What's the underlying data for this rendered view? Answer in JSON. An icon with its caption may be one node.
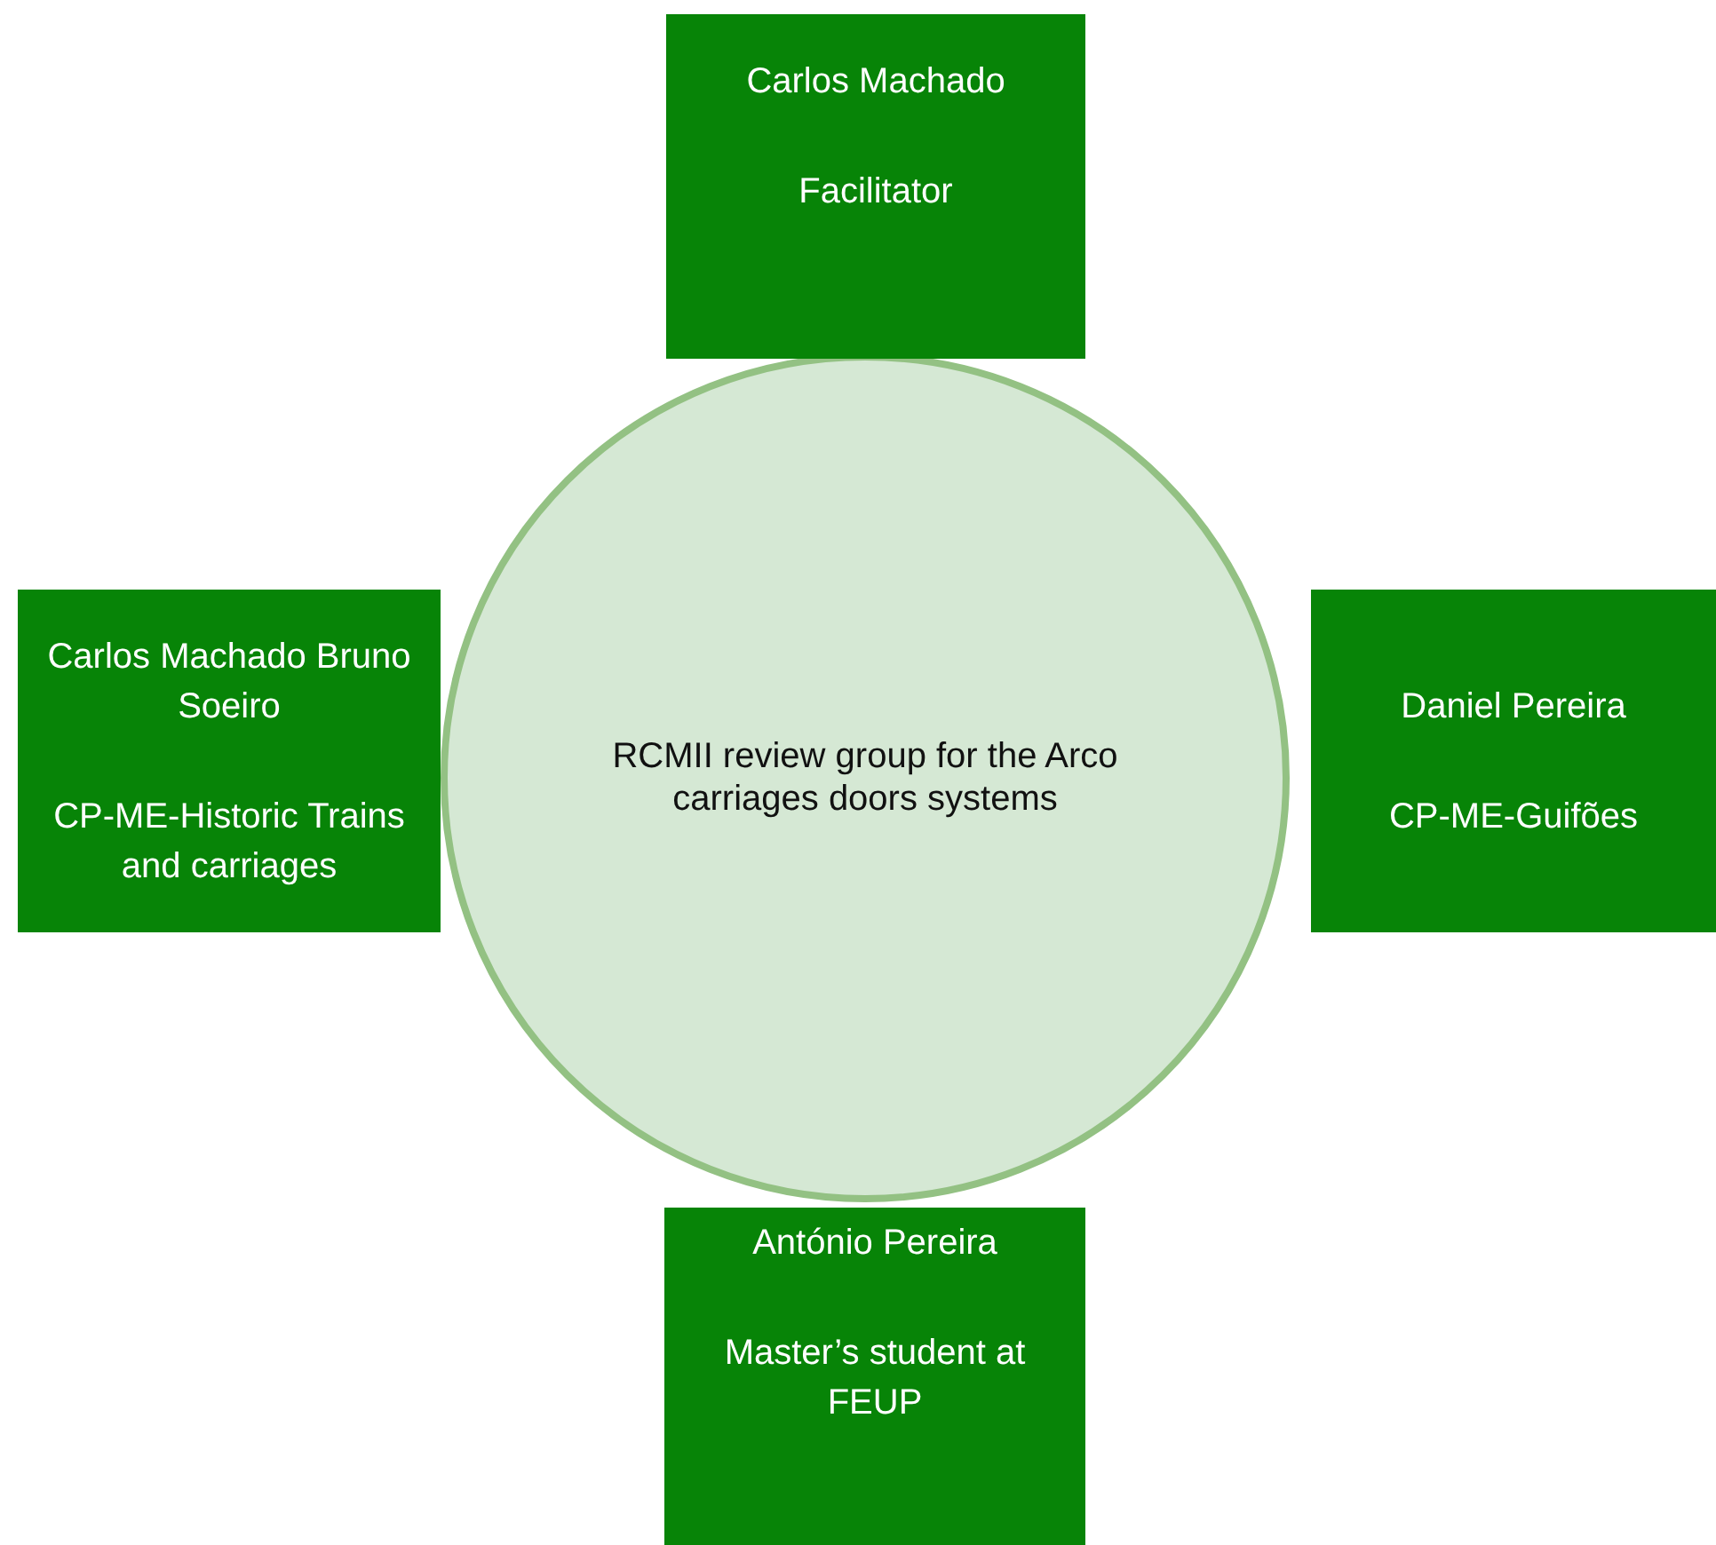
{
  "diagram": {
    "nodes": [
      {
        "text": [
          "RCMII  review group for the Arco carriages doors systems"
        ]
      },
      {
        "text": [
          "Carlos Machado",
          "Facilitator"
        ]
      },
      {
        "text": [
          "Carlos Machado Bruno Soeiro",
          "CP-ME-Historic Trains and carriages"
        ]
      },
      {
        "text": [
          "Daniel Pereira",
          "CP-ME-Guifões"
        ]
      },
      {
        "text": [
          "António Pereira",
          "Master’s student at FEUP"
        ]
      }
    ]
  }
}
